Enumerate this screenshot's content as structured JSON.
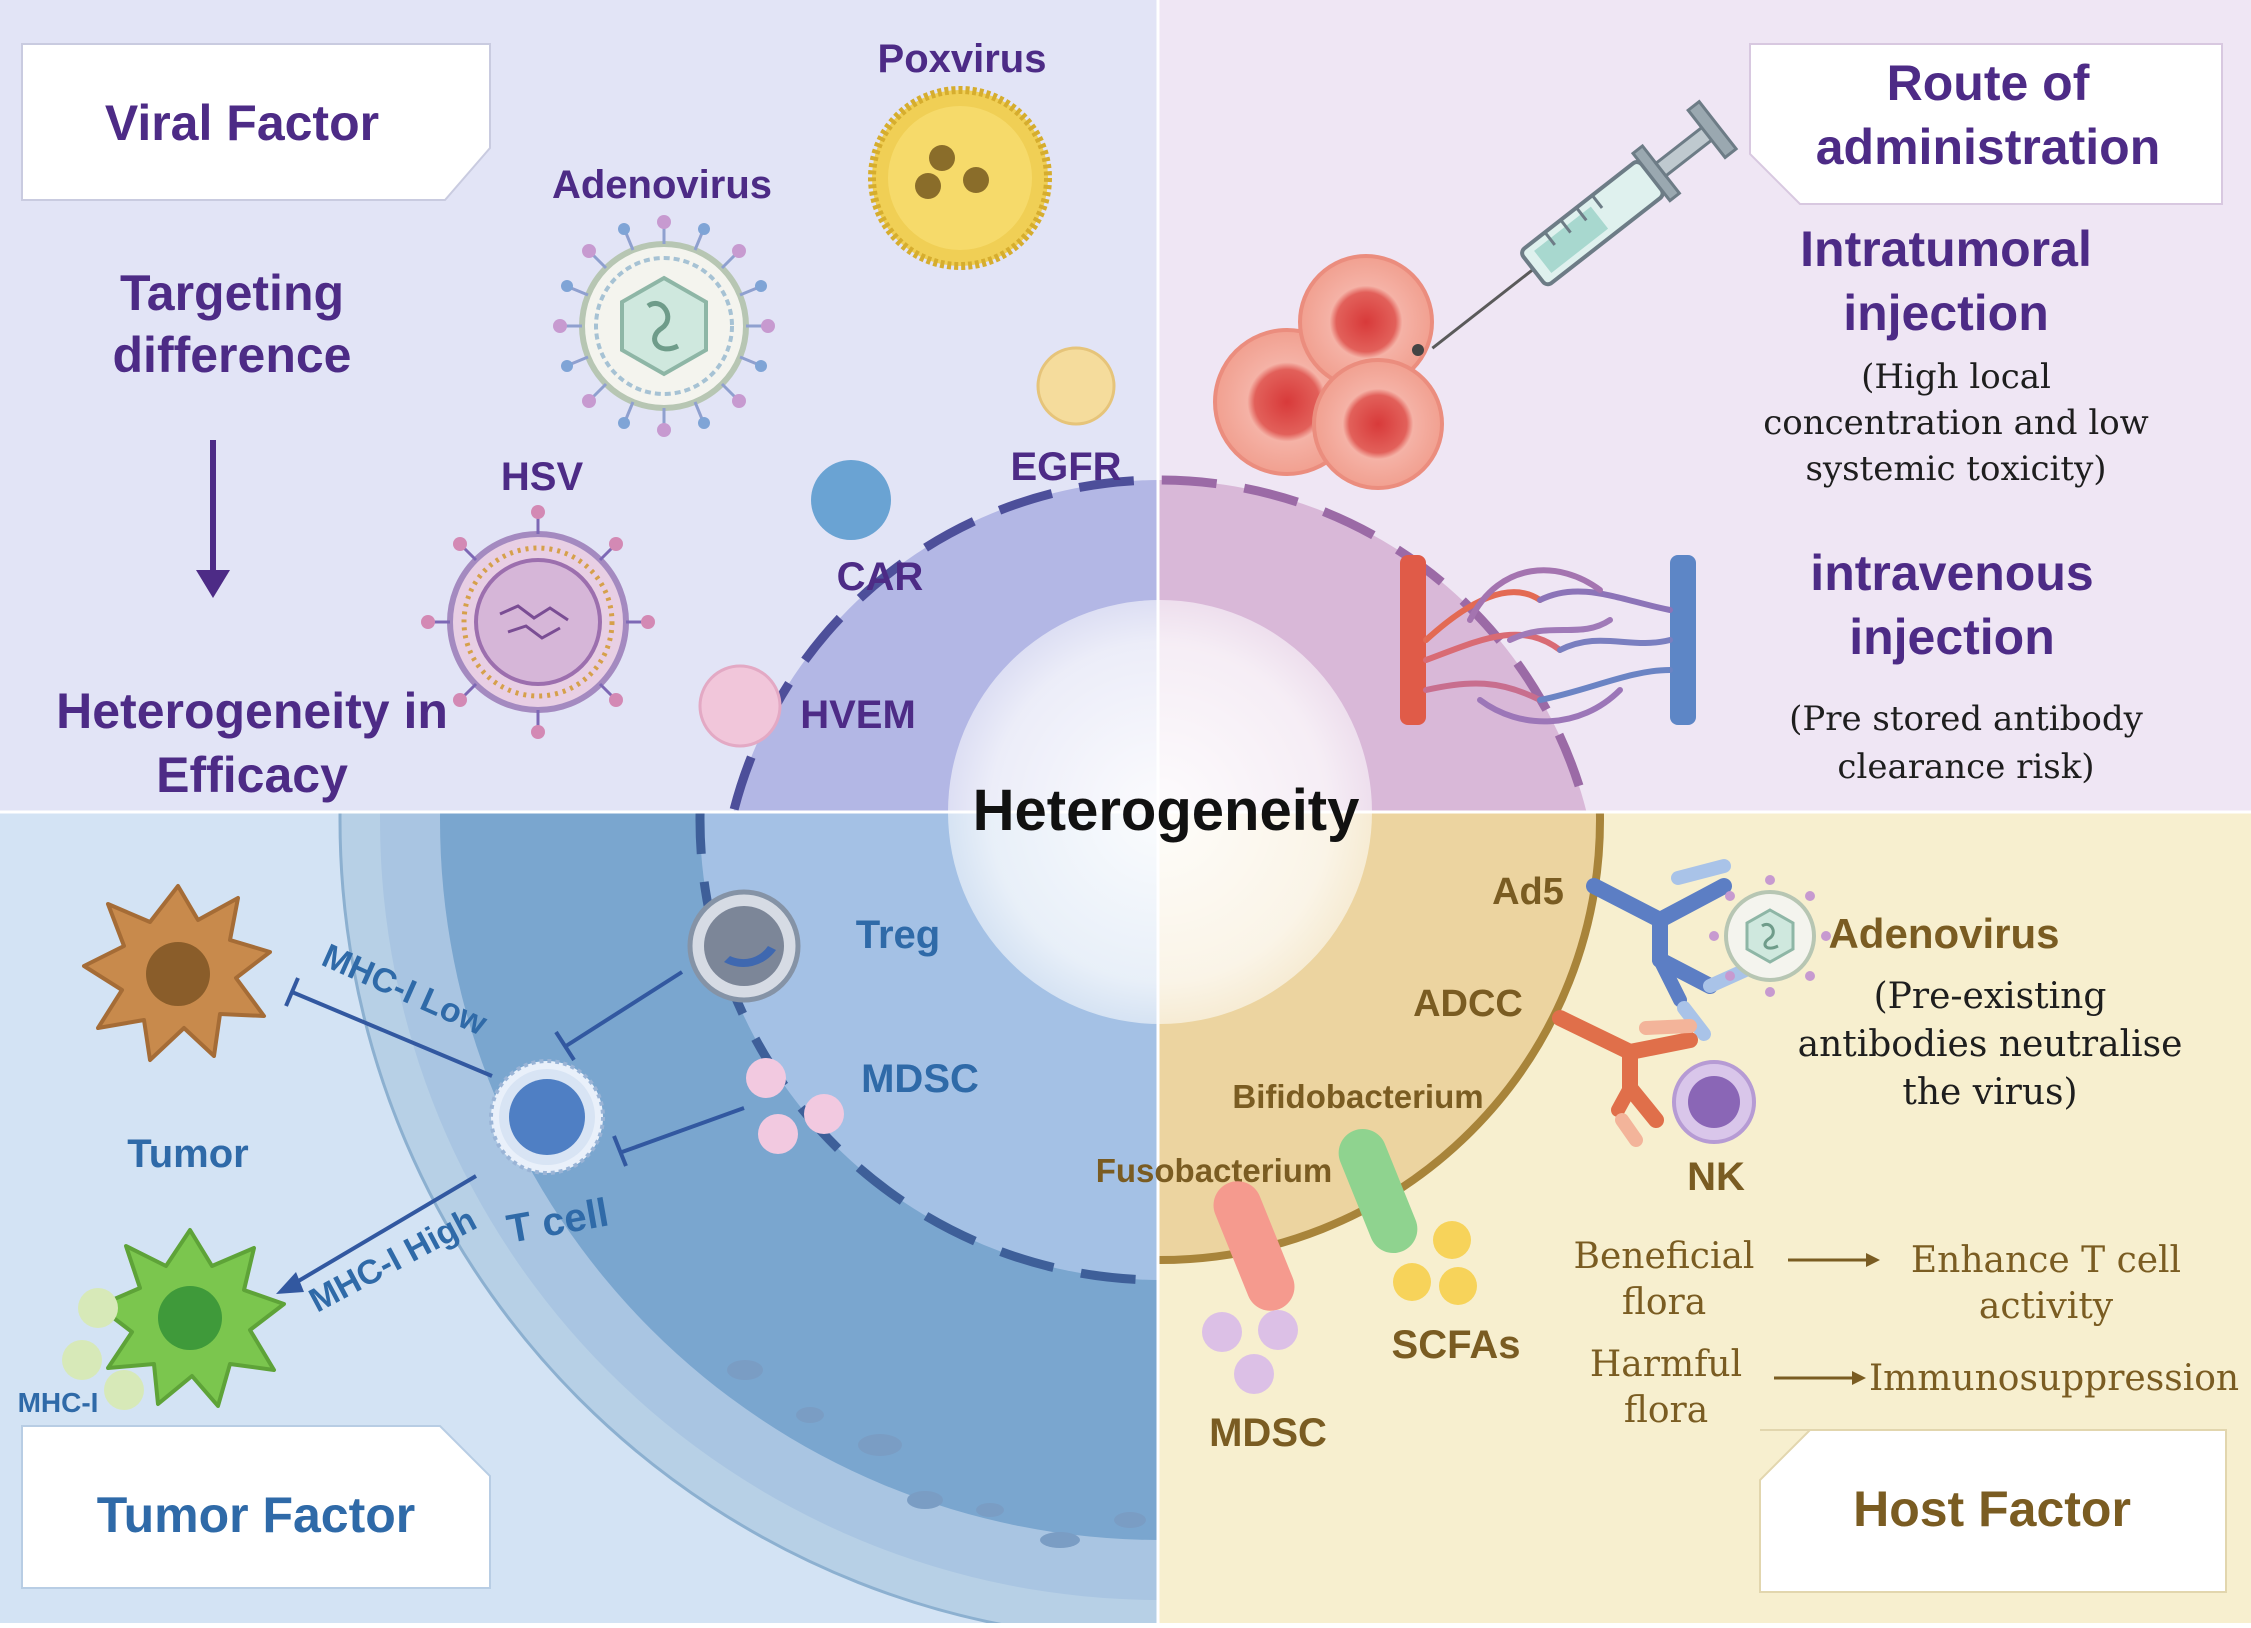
{
  "center": {
    "title": "Heterogeneity"
  },
  "viral": {
    "header": "Viral Factor",
    "targeting_l1": "Targeting",
    "targeting_l2": "difference",
    "hetero_l1": "Heterogeneity in",
    "hetero_l2": "Efficacy",
    "poxvirus": "Poxvirus",
    "adenovirus": "Adenovirus",
    "hsv": "HSV",
    "egfr": "EGFR",
    "car": "CAR",
    "hvem": "HVEM"
  },
  "route": {
    "header_l1": "Route of",
    "header_l2": "administration",
    "intra_l1": "Intratumoral",
    "intra_l2": "injection",
    "intra_note_l1": "(High local",
    "intra_note_l2": "concentration and low",
    "intra_note_l3": "systemic toxicity)",
    "iv_l1": "intravenous",
    "iv_l2": "injection",
    "iv_note_l1": "(Pre stored antibody",
    "iv_note_l2": "clearance risk)"
  },
  "tumor": {
    "header": "Tumor Factor",
    "tumor_label": "Tumor",
    "treg": "Treg",
    "mdsc": "MDSC",
    "mhc_low": "MHC-I Low",
    "mhc_high": "MHC-I High",
    "tcell": "T cell",
    "mhci": "MHC-I"
  },
  "host": {
    "header": "Host Factor",
    "ad5": "Ad5",
    "adenovirus": "Adenovirus",
    "pre_l1": "(Pre-existing",
    "pre_l2": "antibodies neutralise",
    "pre_l3": "the virus)",
    "adcc": "ADCC",
    "nk": "NK",
    "bifido": "Bifidobacterium",
    "fuso": "Fusobacterium",
    "scfas": "SCFAs",
    "mdsc": "MDSC",
    "beneficial_l1": "Beneficial",
    "beneficial_l2": "flora",
    "enhance_l1": "Enhance T cell",
    "enhance_l2": "activity",
    "harmful_l1": "Harmful",
    "harmful_l2": "flora",
    "immuno": "Immunosuppression"
  },
  "colors": {
    "viral_bg": "#e2e4f6",
    "route_bg": "#efe6f4",
    "tumor_bg": "#d3e3f4",
    "host_bg": "#f7efcf",
    "purple_text": "#4d2b86",
    "blue_text": "#2f6aa8",
    "brown_text": "#7a5c22"
  }
}
